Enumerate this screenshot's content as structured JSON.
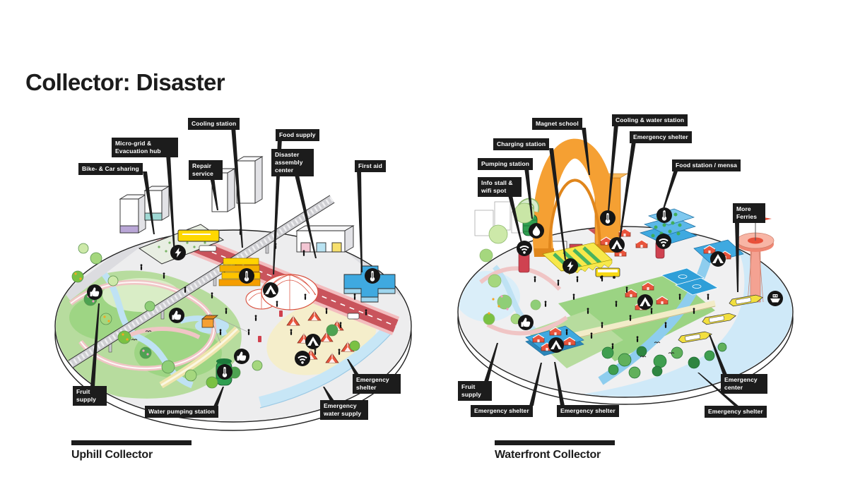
{
  "title": "Collector: Disaster",
  "colors": {
    "label_bg": "#1c1c1c",
    "road_red": "#c9545c",
    "water_blue": "#cfe9f8",
    "park_green": "#9bd383",
    "magnet_orange": "#f5a033",
    "first_aid_blue": "#3fa9e0",
    "shelter_red": "#e8543c",
    "ferry_yellow": "#f2df3f",
    "tower_salmon": "#f08a78",
    "stack_yellow": "#ffc400"
  },
  "icons": {
    "lightning": "lightning-icon",
    "thermometer": "thermometer-icon",
    "tent": "tent-icon",
    "wifi": "wifi-icon",
    "thumbs_up": "thumbs-up-icon",
    "droplet": "droplet-icon",
    "ferry": "ferry-icon"
  },
  "left": {
    "caption": "Uphill Collector",
    "labels": {
      "bike": "Bike- & Car sharing",
      "micro": "Micro-grid & Evacuation hub",
      "cooling": "Cooling station",
      "repair": "Repair service",
      "food": "Food supply",
      "disaster": "Disaster assembly center",
      "firstaid": "First aid",
      "fruit": "Fruit supply",
      "waterpump": "Water pumping station",
      "emwater": "Emergency water supply",
      "emshelter": "Emergency shelter"
    }
  },
  "right": {
    "caption": "Waterfront Collector",
    "labels": {
      "pumping": "Pumping station",
      "infostall": "Info stall & wifi spot",
      "charging": "Charging station",
      "magnet": "Magnet school",
      "coolwater": "Cooling & water station",
      "emshelter_top": "Emergency shelter",
      "foodstation": "Food station / mensa",
      "ferries": "More Ferries",
      "fruit": "Fruit supply",
      "emshelter_bl": "Emergency shelter",
      "emshelter_bm": "Emergency shelter",
      "emcenter": "Emergency center",
      "emshelter_br": "Emergency shelter"
    }
  }
}
